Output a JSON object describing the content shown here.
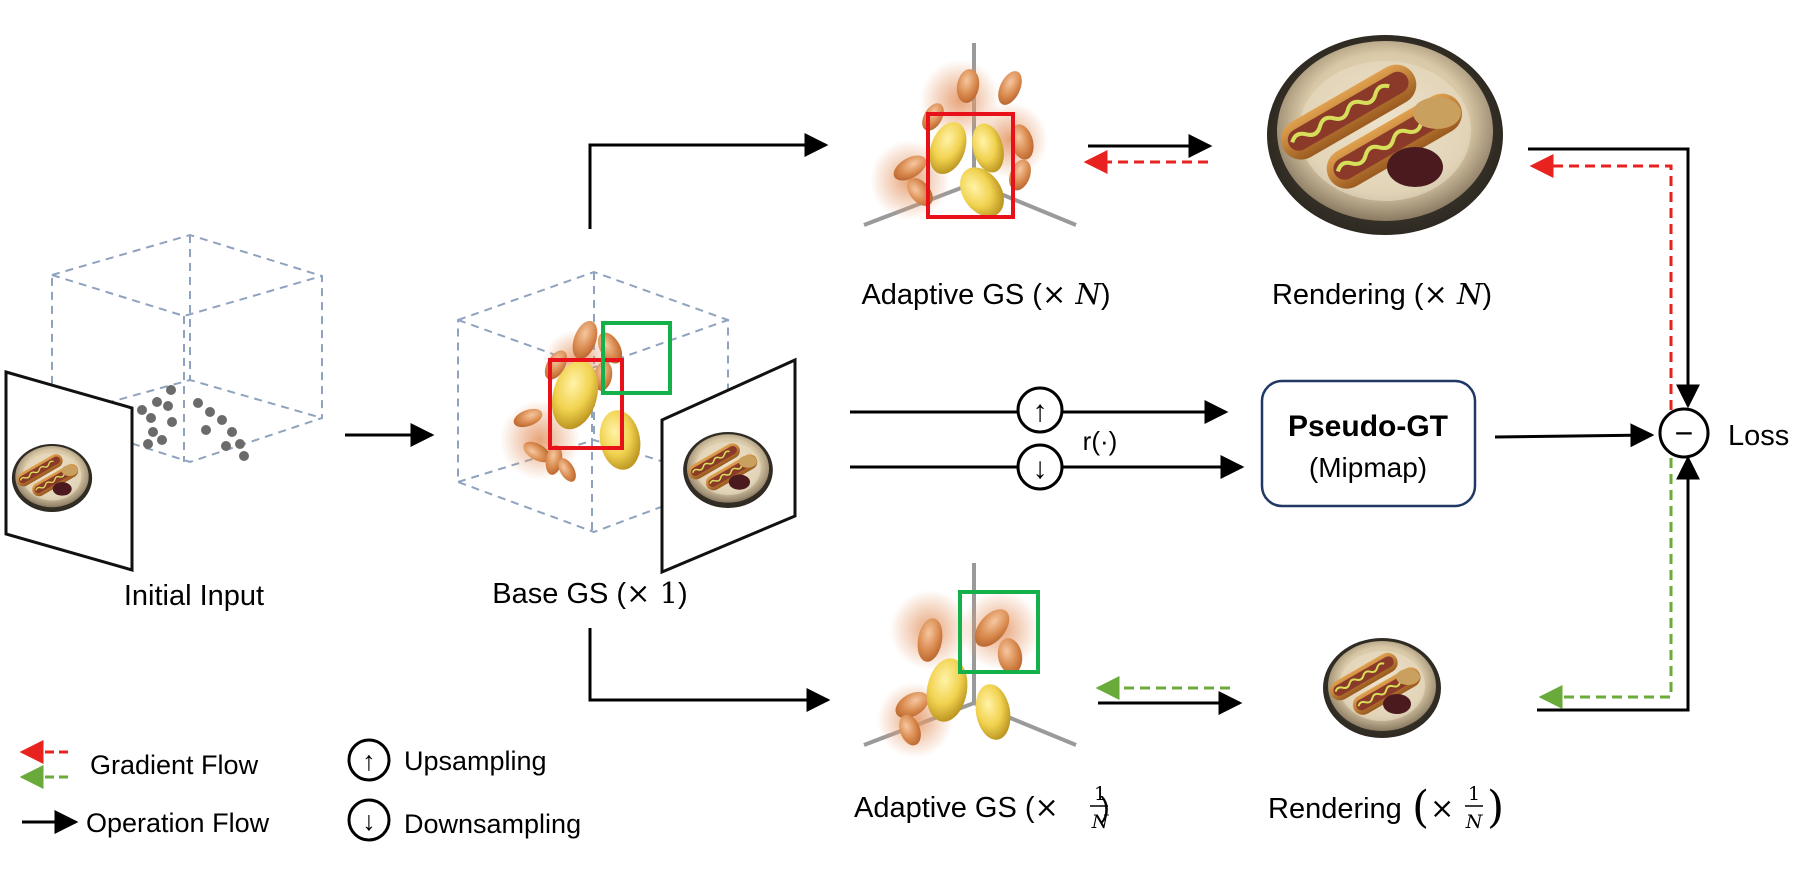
{
  "labels": {
    "initial_input": "Initial Input",
    "base_gs_prefix": "Base GS (",
    "base_gs_times": "× 1",
    "base_gs_suffix": ")",
    "adaptive_up_prefix": "Adaptive GS (",
    "adaptive_up_times": "× ",
    "adaptive_up_N": "N",
    "adaptive_up_suffix": ")",
    "rendering_up_prefix": "Rendering (",
    "rendering_up_times": "× ",
    "rendering_up_N": "N",
    "rendering_up_suffix": ")",
    "adaptive_down_prefix": "Adaptive GS (",
    "adaptive_down_times": "×",
    "adaptive_down_frac_num": "1",
    "adaptive_down_frac_den": "N",
    "adaptive_down_suffix": ")",
    "rendering_down_prefix": "Rendering ",
    "rendering_down_times": "×",
    "rendering_down_frac_num": "1",
    "rendering_down_frac_den": "N",
    "pseudo_gt_title": "Pseudo-GT",
    "pseudo_gt_subtitle": "(Mipmap)",
    "resample_op": "r(·)",
    "loss": "Loss"
  },
  "legend": {
    "gradient_flow": "Gradient Flow",
    "operation_flow": "Operation Flow",
    "upsampling": "Upsampling",
    "downsampling": "Downsampling"
  },
  "symbols": {
    "up_arrow": "↑",
    "down_arrow": "↓",
    "minus": "−"
  },
  "colors": {
    "operation_flow": "#000000",
    "gradient_upsample": "#e8231f",
    "gradient_downsample": "#6aaa3a",
    "highlight_red": "#e8111a",
    "highlight_green": "#14b04a",
    "cube_dashed": "#8fa3bf",
    "gaussian_gold": "#f1d24f",
    "gaussian_orange": "#d98a4e",
    "axis_gray": "#9a9a9a",
    "pseudo_gt_border": "#1f3864"
  }
}
